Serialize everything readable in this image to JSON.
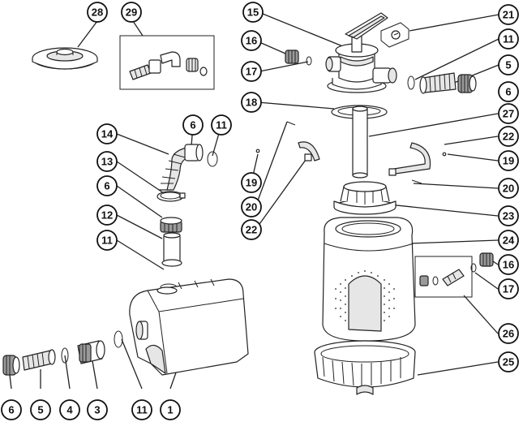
{
  "callouts": {
    "c28": "28",
    "c29": "29",
    "c15": "15",
    "c21": "21",
    "c16a": "16",
    "c11a": "11",
    "c17a": "17",
    "c5a": "5",
    "c6a": "6",
    "c18": "18",
    "c27": "27",
    "c22a": "22",
    "c19a": "19",
    "c20a": "20",
    "c14": "14",
    "c6b": "6",
    "c11b": "11",
    "c13": "13",
    "c19b": "19",
    "c20b": "20",
    "c22b": "22",
    "c6c": "6",
    "c12": "12",
    "c23": "23",
    "c11c": "11",
    "c24": "24",
    "c16b": "16",
    "c17b": "17",
    "c26": "26",
    "c25": "25",
    "c6d": "6",
    "c5b": "5",
    "c4": "4",
    "c3": "3",
    "c11d": "11",
    "c1": "1"
  }
}
